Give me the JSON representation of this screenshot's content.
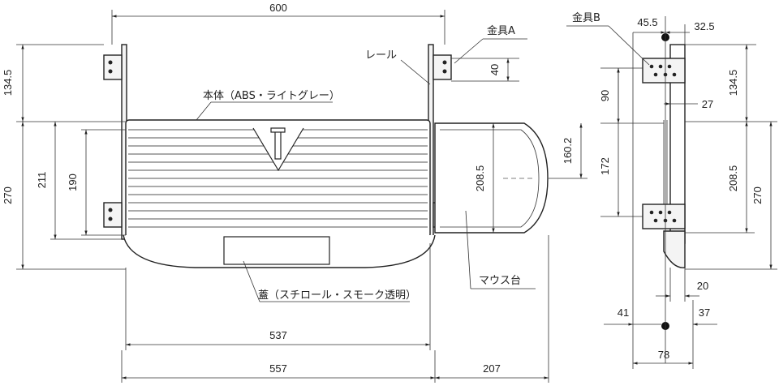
{
  "labels": {
    "kanagu_a": "金具A",
    "kanagu_b": "金具B",
    "rail": "レール",
    "body": "本体（ABS・ライトグレー）",
    "lid": "蓋（スチロール・スモーク透明）",
    "mouse_tray": "マウス台"
  },
  "dimensions": {
    "top_width": "600",
    "left_134_5": "134.5",
    "left_270": "270",
    "left_211": "211",
    "left_190": "190",
    "inner_537": "537",
    "bottom_557": "557",
    "bottom_207": "207",
    "bracket_40": "40",
    "tray_208_5": "208.5",
    "tray_160_2": "160.2",
    "side_90": "90",
    "side_172": "172",
    "side_45_5": "45.5",
    "side_32_5": "32.5",
    "side_27": "27",
    "side_right_134_5": "134.5",
    "side_right_208_5": "208.5",
    "side_right_270": "270",
    "side_20": "20",
    "side_41": "41",
    "side_37": "37",
    "side_78": "78"
  }
}
